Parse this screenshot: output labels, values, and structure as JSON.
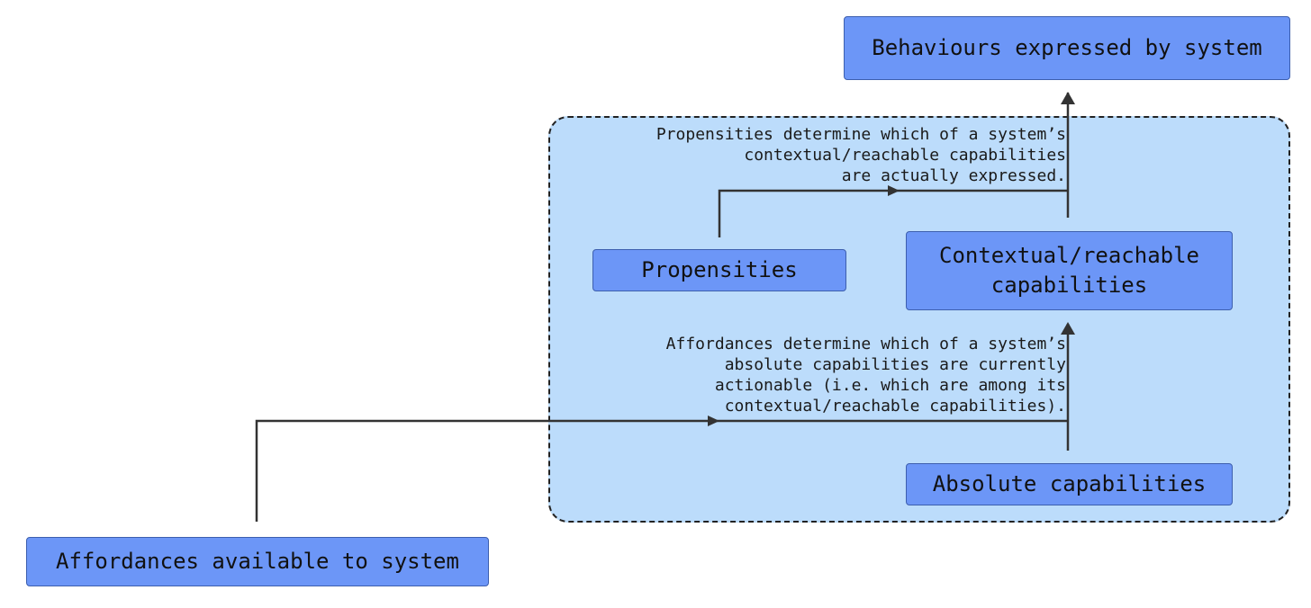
{
  "nodes": {
    "behaviours": "Behaviours expressed by system",
    "propensities": "Propensities",
    "contextual": "Contextual/reachable\ncapabilities",
    "absolute": "Absolute capabilities",
    "affordances": "Affordances available to system"
  },
  "annotations": {
    "propensities": "Propensities determine which of a system’s\ncontextual/reachable capabilities\nare actually expressed.",
    "affordances": "Affordances determine which of a system’s\nabsolute capabilities are currently\nactionable (i.e. which are among its\ncontextual/reachable capabilities)."
  },
  "colors": {
    "node_fill": "#6c96f7",
    "group_fill": "#bcdcfb",
    "line": "#333333"
  }
}
